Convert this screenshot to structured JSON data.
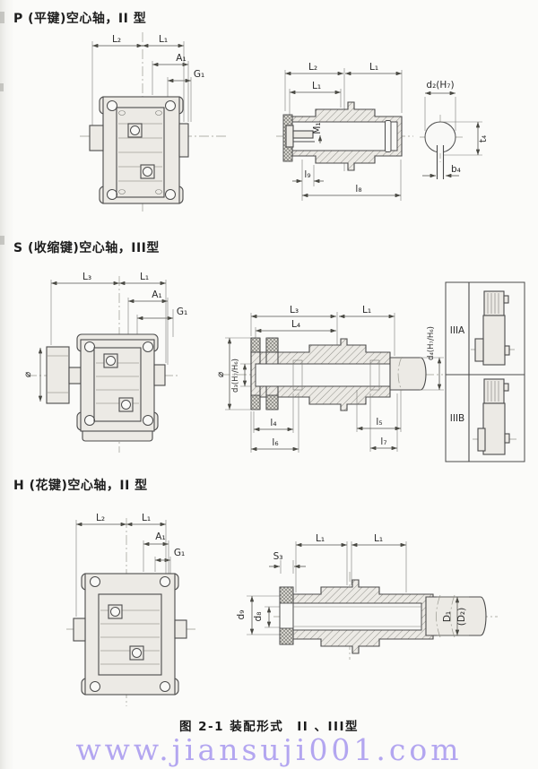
{
  "page": {
    "caption": "图 2-1 装配形式　II 、III型",
    "watermark": {
      "text": "www.jiansuji001.com",
      "color": "#b3a6f0"
    }
  },
  "sections": {
    "p": {
      "title": "P (平键)空心轴，II 型"
    },
    "s": {
      "title": "S (收缩键)空心轴，III型"
    },
    "h": {
      "title": "H (花键)空心轴，II 型"
    }
  },
  "labels": {
    "L1": "L₁",
    "L2": "L₂",
    "L3": "L₃",
    "L4": "L₄",
    "A1": "A₁",
    "G1": "G₁",
    "M1": "M₁",
    "l4": "l₄",
    "l5": "l₅",
    "l6": "l₆",
    "l7": "l₇",
    "l8": "l₈",
    "l9": "l₉",
    "d2": "d₂(H₇)",
    "t4": "t₄",
    "b4": "b₄",
    "phi": "⌀",
    "d3": "d₃(H₇/H₆)",
    "d4": "d₄(H₇/H₆)",
    "S3": "S₃",
    "d8": "d₈",
    "d9": "d₉",
    "D1": "D₁",
    "D2": "(D₂)",
    "IIIA": "IIIA",
    "IIIB": "IIIB"
  }
}
